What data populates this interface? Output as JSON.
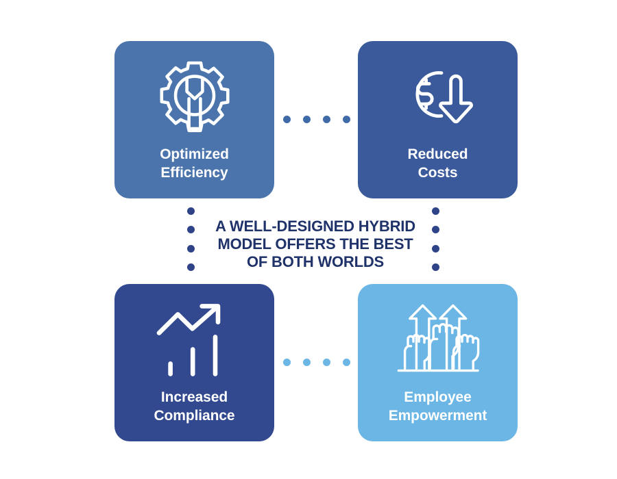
{
  "theme": {
    "background": "#ffffff",
    "card_medium_blue": "#4a74ab",
    "card_dark_blue": "#3a5a9b",
    "card_navy": "#32488f",
    "card_light_blue": "#6cb6e6",
    "icon_color": "#ffffff",
    "headline_color": "#1f3269",
    "dot_medium_blue": "#3f6aa8",
    "dot_navy": "#2f4388",
    "dot_light_blue": "#6cb6e6"
  },
  "headline": {
    "text": "A WELL-DESIGNED HYBRID\nMODEL OFFERS THE BEST\nOF BOTH WORLDS"
  },
  "cards": [
    {
      "id": "optimized-efficiency",
      "label": "Optimized\nEfficiency",
      "icon": "gear-wrench-icon",
      "color": "#4a74ab"
    },
    {
      "id": "reduced-costs",
      "label": "Reduced\nCosts",
      "icon": "dollar-coin-down-arrow-icon",
      "color": "#3a5a9b"
    },
    {
      "id": "increased-compliance",
      "label": "Increased\nCompliance",
      "icon": "growth-chart-arrow-icon",
      "color": "#32488f"
    },
    {
      "id": "employee-empowerment",
      "label": "Employee\nEmpowerment",
      "icon": "raised-fists-arrows-icon",
      "color": "#6cb6e6"
    }
  ],
  "connectors": {
    "top": {
      "dot_count": 4,
      "color": "#3f6aa8",
      "orientation": "horizontal"
    },
    "bottom": {
      "dot_count": 4,
      "color": "#6cb6e6",
      "orientation": "horizontal"
    },
    "left": {
      "dot_count": 4,
      "color": "#2f4388",
      "orientation": "vertical"
    },
    "right": {
      "dot_count": 4,
      "color": "#2f4388",
      "orientation": "vertical"
    }
  }
}
